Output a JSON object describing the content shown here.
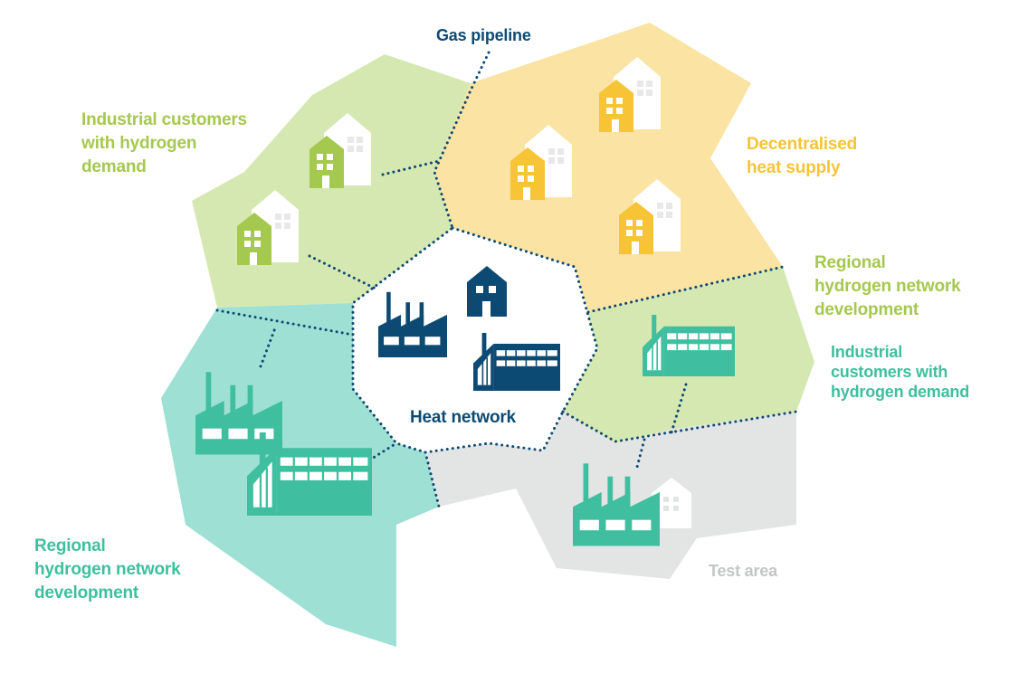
{
  "labels": {
    "gas_pipeline": "Gas pipeline",
    "industrial_customers_left": "Industrial customers\nwith hydrogen\ndemand",
    "decentralised_heat": "Decentralised\nheat supply",
    "regional_hydrogen_right": "Regional\nhydrogen network\ndevelopment",
    "industrial_customers_right": "Industrial\ncustomers with\nhydrogen demand",
    "heat_network": "Heat network",
    "regional_hydrogen_left": "Regional\nhydrogen network\ndevelopment",
    "test_area": "Test area"
  },
  "colors": {
    "light_green": "#d6e8b2",
    "lime": "#a5c84f",
    "yellow_light": "#fbe3a3",
    "yellow": "#f7c436",
    "teal_light": "#9fe0d5",
    "teal": "#3fbf9f",
    "grey_light": "#e3e4e4",
    "grey_text": "#c4c6c6",
    "navy": "#0d4a73",
    "white": "#ffffff"
  },
  "icons": [
    "house-icon",
    "factory-icon",
    "industrial-hall-icon"
  ]
}
